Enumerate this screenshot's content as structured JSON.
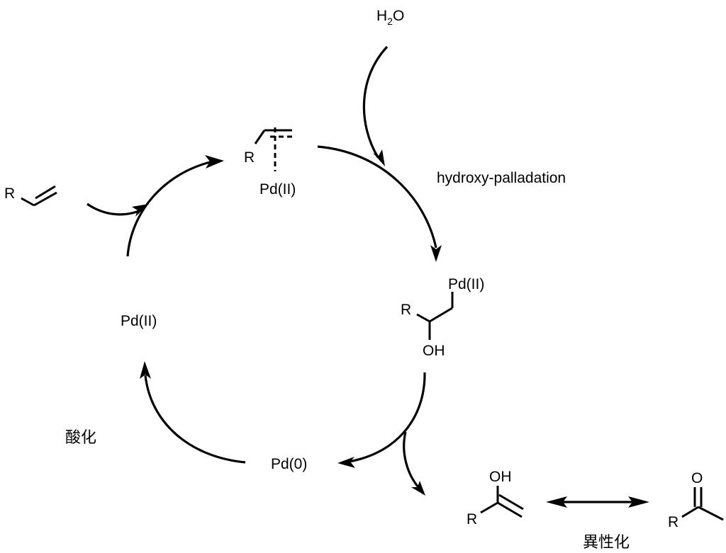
{
  "title": "Wacker oxidation catalytic cycle",
  "colors": {
    "ink": "#000000",
    "background": "#ffffff"
  },
  "species": {
    "alkene": {
      "r_label": "R"
    },
    "pi_complex": {
      "r_label": "R",
      "metal": "Pd(II)"
    },
    "water": {
      "h": "H",
      "sub": "2",
      "o": "O"
    },
    "hydroxy_pd": {
      "metal": "Pd(II)",
      "r_label": "R",
      "oh_label": "OH"
    },
    "pd0": {
      "label": "Pd(0)"
    },
    "pd2": {
      "label": "Pd(II)"
    },
    "enol": {
      "oh_label": "OH",
      "r_label": "R"
    },
    "ketone": {
      "o_label": "O",
      "r_label": "R"
    }
  },
  "steps": {
    "hydroxypalladation": "hydroxy-palladation",
    "oxidation": "酸化",
    "isomerization": "異性化"
  }
}
